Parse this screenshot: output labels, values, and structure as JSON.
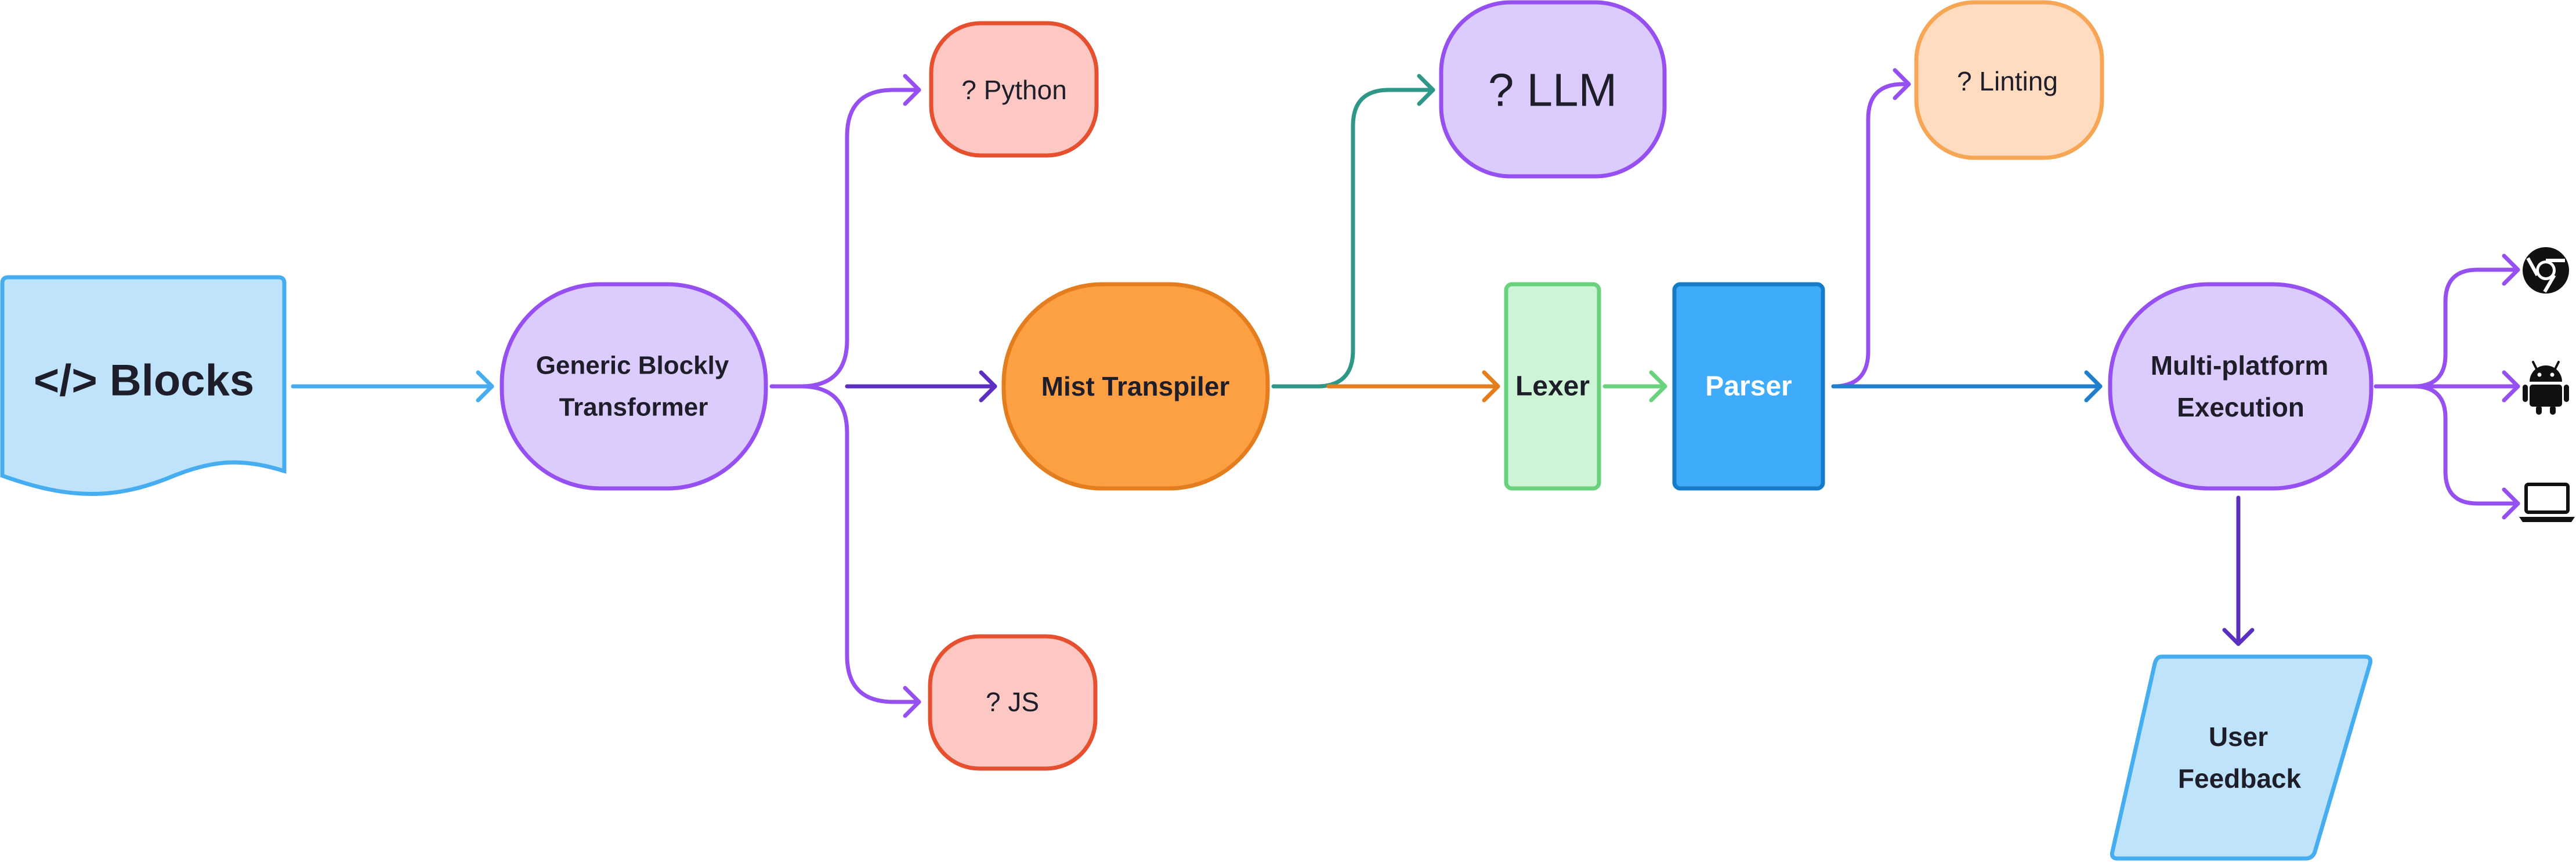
{
  "nodes": {
    "blocks": "</> Blocks",
    "transformer_line1": "Generic Blockly",
    "transformer_line2": "Transformer",
    "python": "? Python",
    "js": "? JS",
    "transpiler": "Mist Transpiler",
    "llm": "? LLM",
    "lexer": "Lexer",
    "parser": "Parser",
    "linting": "? Linting",
    "execution_line1": "Multi-platform",
    "execution_line2": "Execution",
    "feedback_line1": "User",
    "feedback_line2": "Feedback"
  },
  "icons": [
    "chrome-icon",
    "android-icon",
    "laptop-icon"
  ],
  "colors": {
    "purple_fill": "#dccbfd",
    "purple_stroke": "#9650f2",
    "blue_fill": "#bfe3fb",
    "blue_stroke": "#45adf0",
    "red_fill": "#fdc7c3",
    "red_stroke": "#e7502f",
    "orange_fill": "#fd9f43",
    "orange_stroke": "#e47d1d",
    "peach_fill": "#ffdcbf",
    "peach_stroke": "#f6a654",
    "green_fill": "#cdf4d4",
    "green_stroke": "#6ad27d",
    "parser_fill": "#3eacfa",
    "parser_stroke": "#177cc8",
    "teal": "#2f9787",
    "dark_purple": "#5b30c0",
    "dark_blue": "#1f7fcd"
  }
}
